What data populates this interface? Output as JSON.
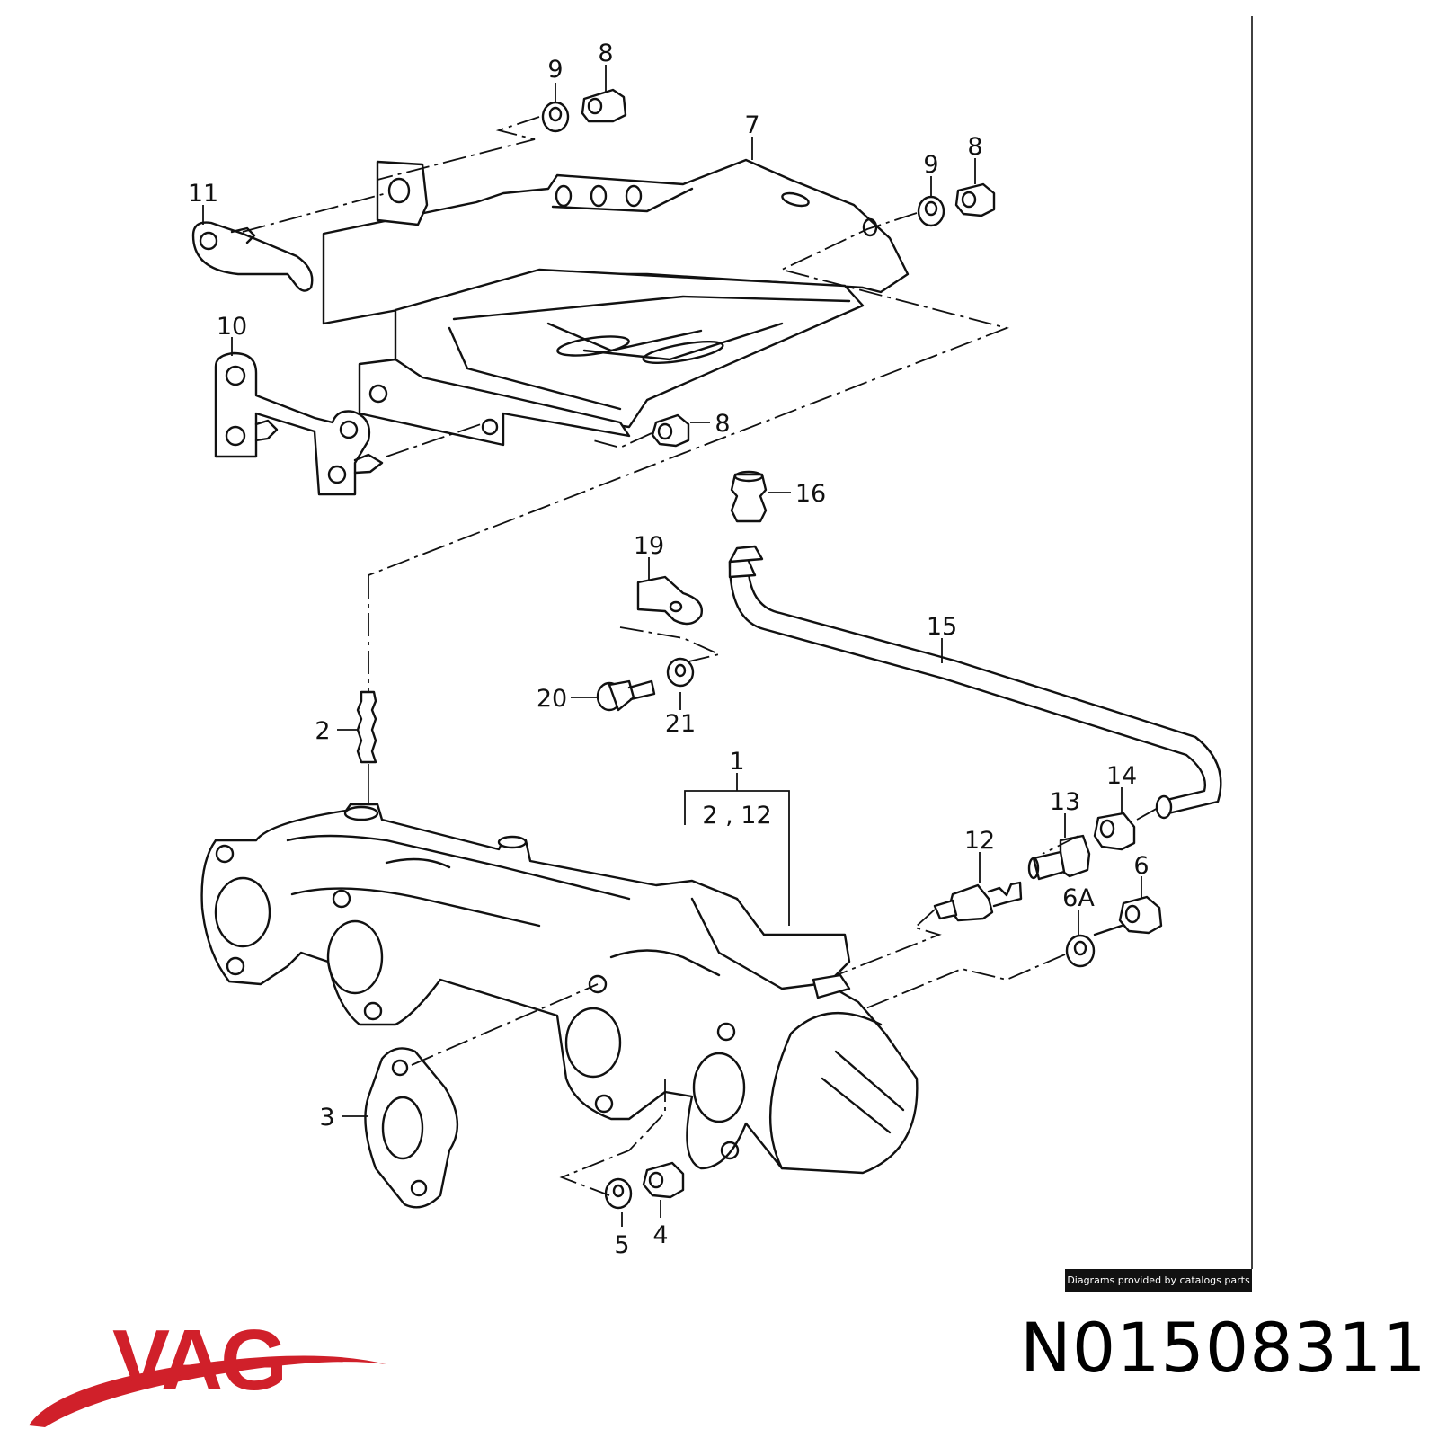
{
  "diagram": {
    "callouts": [
      {
        "id": "c9a",
        "text": "9"
      },
      {
        "id": "c8a",
        "text": "8"
      },
      {
        "id": "c7",
        "text": "7"
      },
      {
        "id": "c9b",
        "text": "9"
      },
      {
        "id": "c8b",
        "text": "8"
      },
      {
        "id": "c11",
        "text": "11"
      },
      {
        "id": "c10",
        "text": "10"
      },
      {
        "id": "c8c",
        "text": "8"
      },
      {
        "id": "c16",
        "text": "16"
      },
      {
        "id": "c19",
        "text": "19"
      },
      {
        "id": "c15",
        "text": "15"
      },
      {
        "id": "c20",
        "text": "20"
      },
      {
        "id": "c21",
        "text": "21"
      },
      {
        "id": "c2",
        "text": "2"
      },
      {
        "id": "c1",
        "text": "1"
      },
      {
        "id": "c212",
        "text": "2 , 12"
      },
      {
        "id": "c14",
        "text": "14"
      },
      {
        "id": "c13",
        "text": "13"
      },
      {
        "id": "c12",
        "text": "12"
      },
      {
        "id": "c6",
        "text": "6"
      },
      {
        "id": "c6a",
        "text": "6A"
      },
      {
        "id": "c3",
        "text": "3"
      },
      {
        "id": "c5",
        "text": "5"
      },
      {
        "id": "c4",
        "text": "4"
      }
    ],
    "credit": "Diagrams provided by catalogs parts"
  },
  "brand": {
    "logo_text": "VAG",
    "logo_color": "#d0202a"
  },
  "part_number": "N01508311"
}
